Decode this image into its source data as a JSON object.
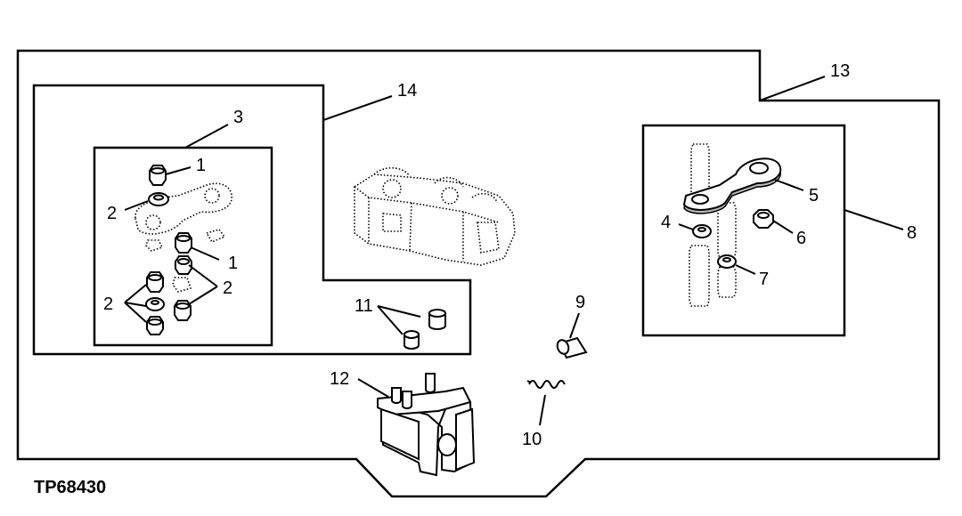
{
  "figure_id": "TP68430",
  "callouts": {
    "c1a": "1",
    "c1b": "1",
    "c2a": "2",
    "c2b": "2",
    "c2c": "2",
    "c3": "3",
    "c4": "4",
    "c5": "5",
    "c6": "6",
    "c7": "7",
    "c8": "8",
    "c9": "9",
    "c10": "10",
    "c11": "11",
    "c12": "12",
    "c13": "13",
    "c14": "14"
  }
}
